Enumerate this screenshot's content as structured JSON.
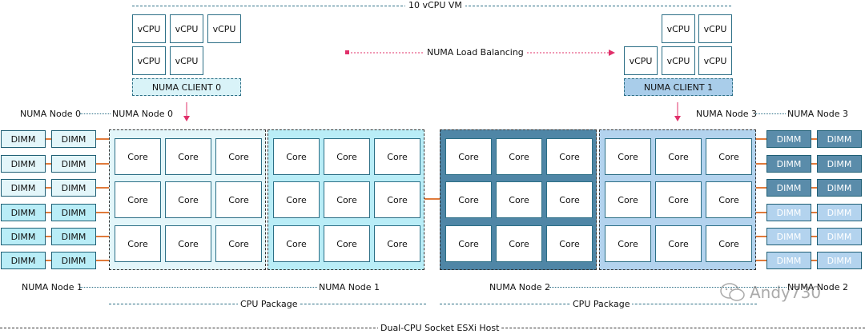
{
  "vm": {
    "label": "10 vCPU VM"
  },
  "vcpu_label": "vCPU",
  "clients": [
    {
      "label": "NUMA CLIENT 0",
      "color": "#d9f3f8"
    },
    {
      "label": "NUMA CLIENT 1",
      "color": "#a9cdea"
    }
  ],
  "balancing": {
    "label": "NUMA Load Balancing"
  },
  "node_labels": {
    "top_left_a": "NUMA Node 0",
    "top_left_b": "NUMA Node 0",
    "top_right_a": "NUMA Node 3",
    "top_right_b": "NUMA Node 3",
    "bottom_left": "NUMA Node 1",
    "bottom_mid": "NUMA Node 1",
    "bottom_node2": "NUMA Node 2",
    "bottom_right": "NUMA Node 2"
  },
  "dimm_label": "DIMM",
  "core_label": "Core",
  "packages": [
    {
      "label": "CPU Package"
    },
    {
      "label": "CPU Package"
    }
  ],
  "host": {
    "label": "Dual-CPU Socket ESXi Host"
  },
  "watermark": {
    "label": "Andy730"
  },
  "colors": {
    "node0": "#e3f6fa",
    "node1": "#b9edf7",
    "node2": "#4f86a6",
    "node3": "#b3d3ee",
    "dimm_node0": "#e3f6fa",
    "dimm_node1": "#b9edf7",
    "dimm_node3": "#5a8caa",
    "dimm_node2": "#b3d3ee",
    "link": "#e07a3a",
    "arrow": "#e0306a"
  }
}
